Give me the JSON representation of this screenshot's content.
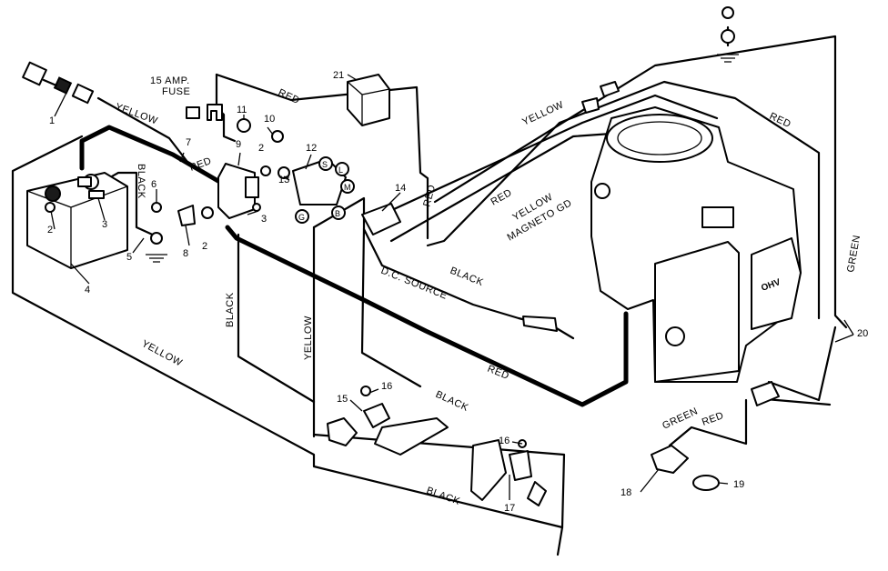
{
  "fuse_label": [
    "15 AMP.",
    "FUSE"
  ],
  "part_numbers": [
    "1",
    "2",
    "3",
    "4",
    "5",
    "6",
    "7",
    "8",
    "9",
    "10",
    "11",
    "12",
    "13",
    "14",
    "15",
    "16",
    "17",
    "18",
    "19",
    "20",
    "21"
  ],
  "wire_labels": {
    "yellow": "YELLOW",
    "red": "RED",
    "black": "BLACK",
    "green": "GREEN",
    "magneto_gd": "MAGNETO GD",
    "dc_source": "D.C. SOURCE"
  },
  "solenoid_terminals": [
    "S",
    "L",
    "M",
    "G",
    "B"
  ],
  "engine_badge": "OHV"
}
